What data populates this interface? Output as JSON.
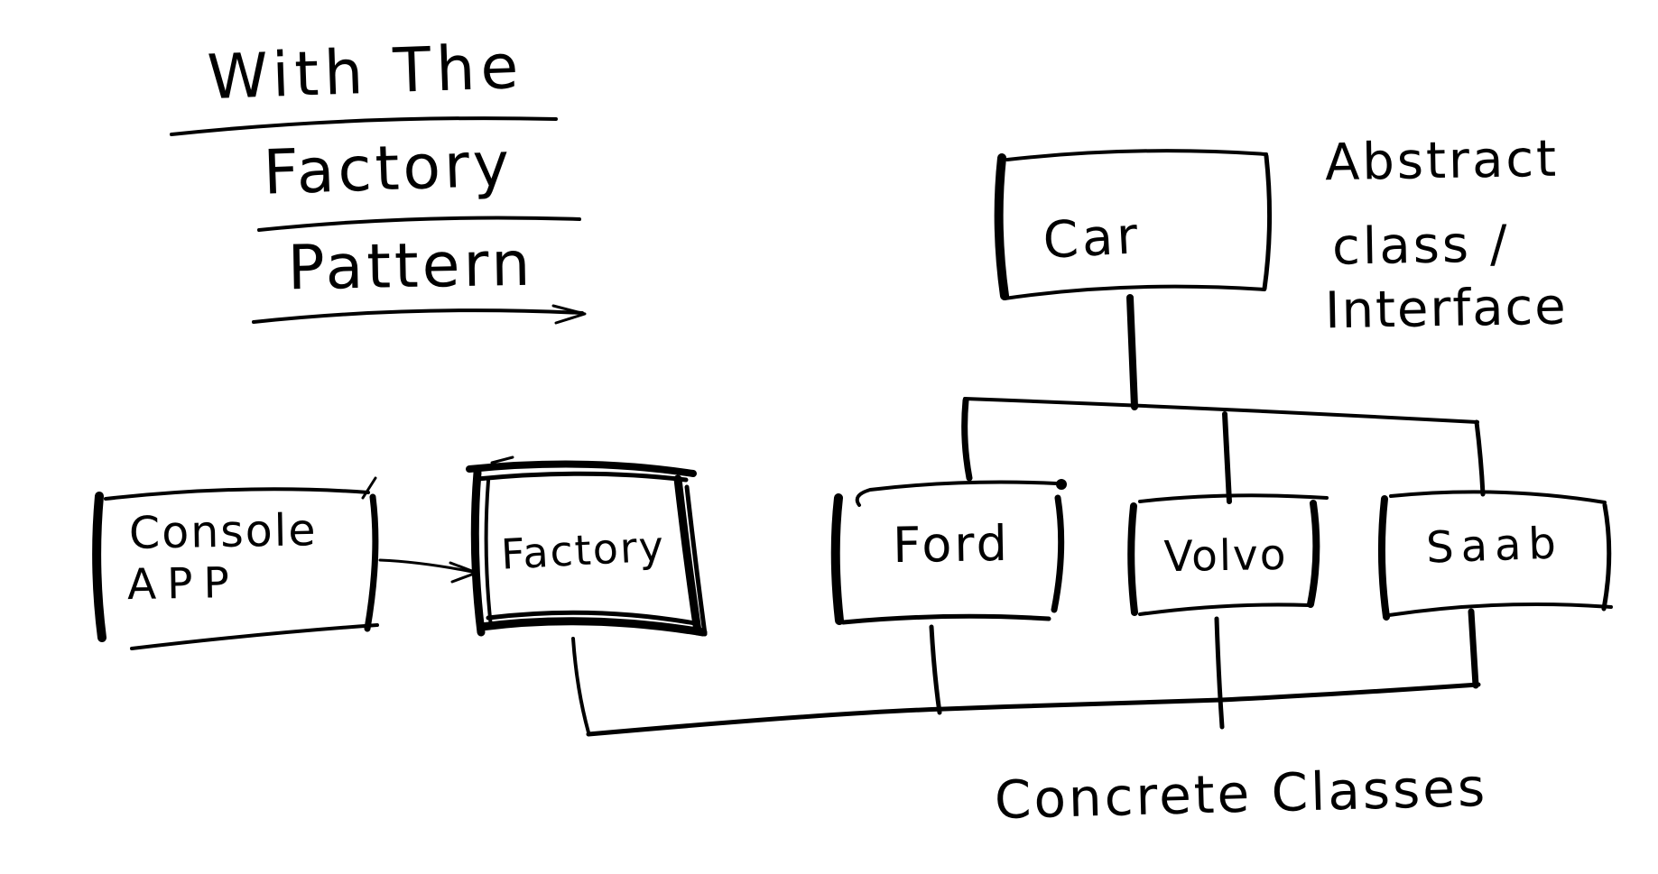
{
  "colors": {
    "ink": "#000000",
    "paper": "#ffffff"
  },
  "title": {
    "lines": [
      "With The",
      "Factory",
      "Pattern"
    ]
  },
  "diagram": {
    "nodes": [
      {
        "id": "car",
        "label": "Car",
        "role": "abstract-class"
      },
      {
        "id": "console-app",
        "label": "Console APP",
        "lines": [
          "Console",
          "APP"
        ]
      },
      {
        "id": "factory",
        "label": "Factory",
        "emphasis": "double-stroked-border"
      },
      {
        "id": "ford",
        "label": "Ford",
        "role": "concrete-class"
      },
      {
        "id": "volvo",
        "label": "Volvo",
        "role": "concrete-class"
      },
      {
        "id": "saab",
        "label": "Saab",
        "role": "concrete-class"
      }
    ],
    "edges": [
      {
        "from": "console-app",
        "to": "factory",
        "type": "arrow"
      },
      {
        "from": "car",
        "to": "ford",
        "type": "line"
      },
      {
        "from": "car",
        "to": "volvo",
        "type": "line"
      },
      {
        "from": "car",
        "to": "saab",
        "type": "line"
      },
      {
        "from": "factory",
        "to": "ford",
        "type": "line"
      },
      {
        "from": "factory",
        "to": "volvo",
        "type": "line"
      },
      {
        "from": "factory",
        "to": "saab",
        "type": "line"
      }
    ]
  },
  "annotations": {
    "abstract_label": {
      "lines": [
        "Abstract",
        "class /",
        "Interface"
      ]
    },
    "concrete_label": "Concrete Classes"
  }
}
